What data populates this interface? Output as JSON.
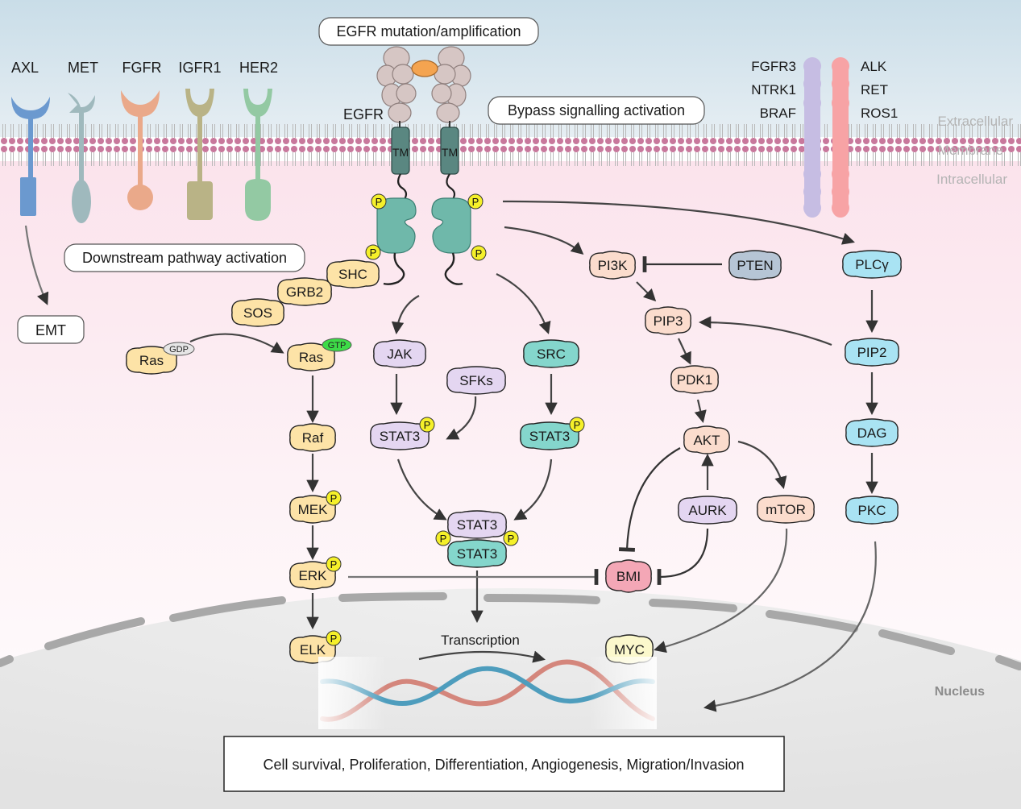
{
  "zones": {
    "extracellular": "Extracellular",
    "membrane": "Membrane",
    "intracellular": "Intracellular",
    "nucleus": "Nucleus"
  },
  "callouts": {
    "egfr_mutation": "EGFR mutation/amplification",
    "bypass": "Bypass signalling activation",
    "downstream": "Downstream pathway activation",
    "outcome": "Cell survival, Proliferation, Differentiation, Angiogenesis, Migration/Invasion",
    "transcription": "Transcription"
  },
  "receptors_left": [
    {
      "label": "AXL",
      "color": "#6b99cf"
    },
    {
      "label": "MET",
      "color": "#9fb9bd"
    },
    {
      "label": "FGFR",
      "color": "#eaa98a"
    },
    {
      "label": "IGFR1",
      "color": "#b9b386"
    },
    {
      "label": "HER2",
      "color": "#93c9a3"
    }
  ],
  "egfr": {
    "label": "EGFR",
    "tm": "TM",
    "phospho": "P"
  },
  "fusion_left_labels": [
    "FGFR3",
    "NTRK1",
    "BRAF"
  ],
  "fusion_right_labels": [
    "ALK",
    "RET",
    "ROS1"
  ],
  "fusion_colors": {
    "left": "#c6bde3",
    "right": "#f7a3a5"
  },
  "nodes": {
    "shc": "SHC",
    "grb2": "GRB2",
    "sos": "SOS",
    "ras_gdp": "Ras",
    "gdp": "GDP",
    "ras_gtp": "Ras",
    "gtp": "GTP",
    "raf": "Raf",
    "mek": "MEK",
    "erk": "ERK",
    "elk": "ELK",
    "jak": "JAK",
    "sfks": "SFKs",
    "src": "SRC",
    "stat3_a": "STAT3",
    "stat3_b": "STAT3",
    "stat3_dimer_top": "STAT3",
    "stat3_dimer_bottom": "STAT3",
    "pi3k": "PI3K",
    "pten": "PTEN",
    "pip3": "PIP3",
    "pdk1": "PDK1",
    "akt": "AKT",
    "aurk": "AURK",
    "mtor": "mTOR",
    "bmi": "BMI",
    "myc": "MYC",
    "plcg": "PLCγ",
    "pip2": "PIP2",
    "dag": "DAG",
    "pkc": "PKC",
    "emt": "EMT"
  },
  "colors": {
    "ras_pathway": "#fde3a7",
    "jak_stat": "#e4d6f1",
    "src_stat": "#84d6cc",
    "pi3k_pathway": "#fbdccd",
    "plc_pathway": "#a9e3f3",
    "pten": "#b6c5d5",
    "bmi": "#f4a7b6",
    "myc": "#fbf8cc",
    "egfr_body": "#6fb8aa",
    "phospho": "#f5f02a",
    "gtp": "#3ddc47"
  }
}
